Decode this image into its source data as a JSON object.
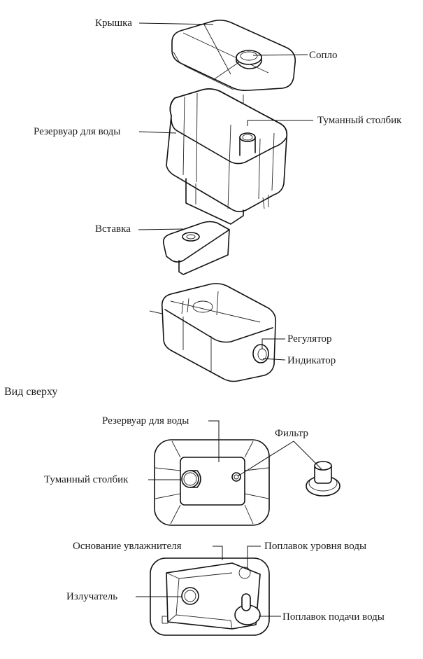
{
  "diagram": {
    "exploded_view": {
      "labels": {
        "lid": "Крышка",
        "nozzle": "Сопло",
        "water_tank": "Резервуар для воды",
        "mist_column": "Туманный столбик",
        "insert": "Вставка",
        "regulator": "Регулятор",
        "indicator": "Индикатор"
      }
    },
    "top_view": {
      "heading": "Вид сверху",
      "tank_labels": {
        "water_tank": "Резервуар для воды",
        "filter": "Фильтр",
        "mist_column": "Туманный столбик"
      },
      "base_labels": {
        "base": "Основание увлажнителя",
        "level_float": "Поплавок уровня воды",
        "emitter": "Излучатель",
        "feed_float": "Поплавок подачи воды"
      }
    }
  }
}
